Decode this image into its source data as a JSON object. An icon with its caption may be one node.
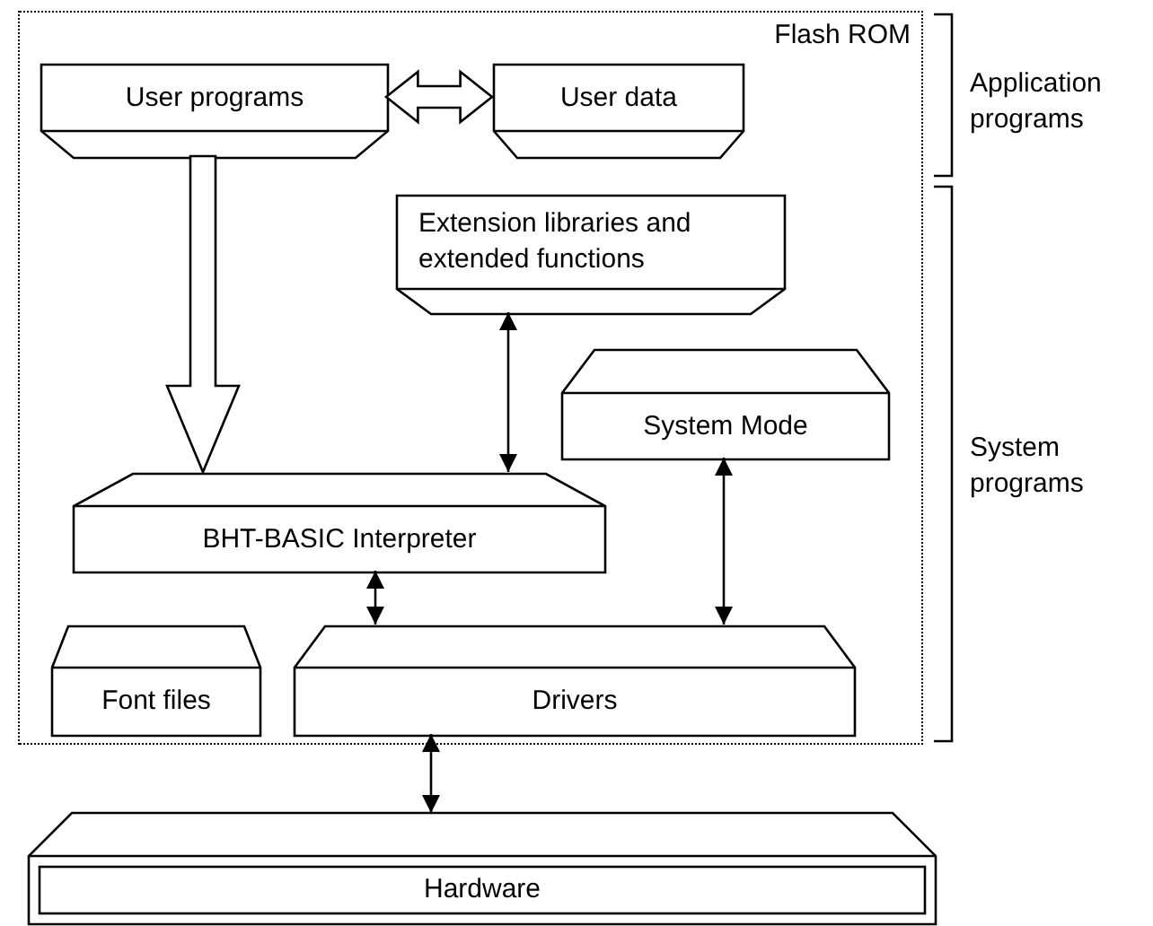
{
  "diagram": {
    "nodes": [
      {
        "text": [
          "Flash ROM"
        ]
      },
      {
        "text": [
          "User programs"
        ],
        "in": 0
      },
      {
        "text": [
          "User data"
        ],
        "in": 0
      },
      {
        "text": [
          "Extension libraries and extended functions"
        ],
        "in": 0
      },
      {
        "text": [
          "System Mode"
        ],
        "in": 0
      },
      {
        "text": [
          "BHT-BASIC Interpreter"
        ],
        "in": 0
      },
      {
        "text": [
          "Font files"
        ],
        "in": 0
      },
      {
        "text": [
          "Drivers"
        ],
        "in": 0
      },
      {
        "text": [
          "Hardware"
        ]
      }
    ],
    "edges": [
      {
        "from": 1,
        "to": 2,
        "arrow": "both",
        "style": "thick"
      },
      {
        "from": 1,
        "to": 5,
        "arrow": "to",
        "style": "thick"
      },
      {
        "from": 3,
        "to": 5,
        "arrow": "both"
      },
      {
        "from": 4,
        "to": 7,
        "arrow": "both"
      },
      {
        "from": 5,
        "to": 7,
        "arrow": "both"
      },
      {
        "from": 7,
        "to": 8,
        "arrow": "both"
      }
    ],
    "labels": [
      "Application programs",
      "System programs"
    ]
  }
}
